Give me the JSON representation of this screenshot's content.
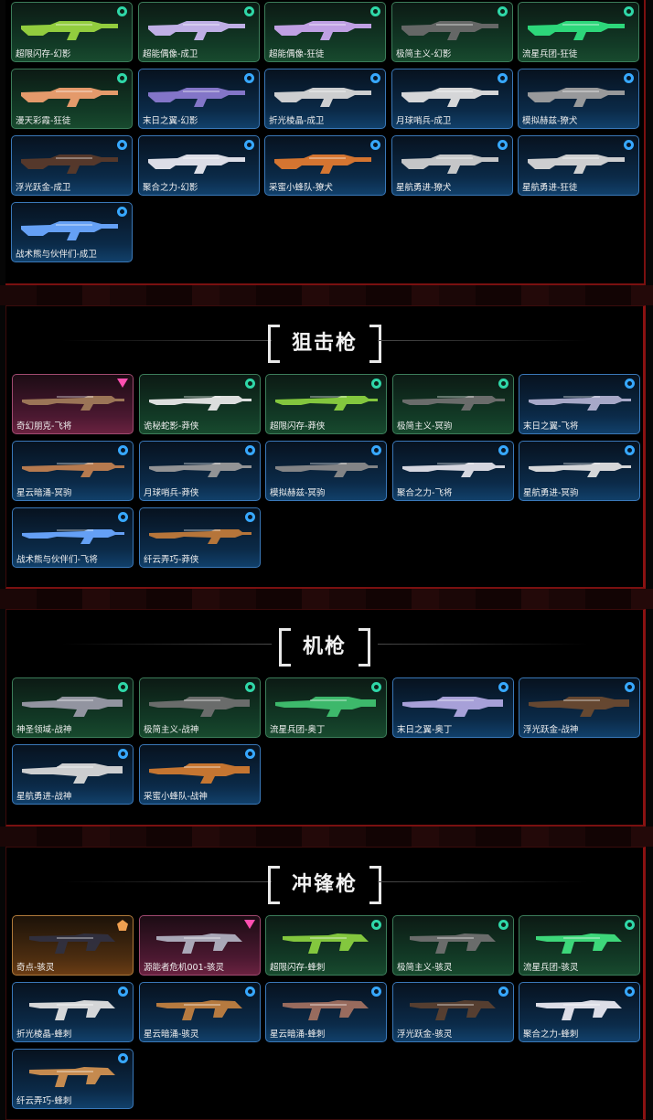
{
  "colors": {
    "green": "#2fd7a8",
    "blue": "#37a8ff",
    "pink": "#ff4fb0",
    "orange": "#f0a050"
  },
  "sections": [
    {
      "title": "",
      "items": [
        {
          "name": "超限闪存-幻影",
          "tier": "green",
          "gun_color": "#9ad640"
        },
        {
          "name": "超能偶像-成卫",
          "tier": "green",
          "gun_color": "#c9b6f0"
        },
        {
          "name": "超能偶像-狂徒",
          "tier": "green",
          "gun_color": "#c9a6ee"
        },
        {
          "name": "极简主义-幻影",
          "tier": "green",
          "gun_color": "#6a6a6a"
        },
        {
          "name": "流星兵团-狂徒",
          "tier": "green",
          "gun_color": "#2fe080"
        },
        {
          "name": "漫天彩霞-狂徒",
          "tier": "green",
          "gun_color": "#f0a070"
        },
        {
          "name": "末日之翼-幻影",
          "tier": "blue",
          "gun_color": "#8a7ad0"
        },
        {
          "name": "折光棱晶-成卫",
          "tier": "blue",
          "gun_color": "#d8d8d8"
        },
        {
          "name": "月球哨兵-成卫",
          "tier": "blue",
          "gun_color": "#e0e0e0"
        },
        {
          "name": "模拟赫兹-獠犬",
          "tier": "blue",
          "gun_color": "#a0a0a0"
        },
        {
          "name": "浮光跃金-成卫",
          "tier": "blue",
          "gun_color": "#5a3a2a"
        },
        {
          "name": "聚合之力-幻影",
          "tier": "blue",
          "gun_color": "#e8e8f0"
        },
        {
          "name": "采蜜小蜂队-獠犬",
          "tier": "blue",
          "gun_color": "#e07a30"
        },
        {
          "name": "星航勇进-獠犬",
          "tier": "blue",
          "gun_color": "#d0d0d0"
        },
        {
          "name": "星航勇进-狂徒",
          "tier": "blue",
          "gun_color": "#d8d8d8"
        },
        {
          "name": "战术熊与伙伴们-成卫",
          "tier": "blue",
          "gun_color": "#6aa8ff"
        }
      ]
    },
    {
      "title": "狙击枪",
      "items": [
        {
          "name": "奇幻朋克-飞将",
          "tier": "pink",
          "gun_color": "#a07a5a"
        },
        {
          "name": "诡秘蛇影-莽侠",
          "tier": "green",
          "gun_color": "#e8e8e8"
        },
        {
          "name": "超限闪存-莽侠",
          "tier": "green",
          "gun_color": "#8ad040"
        },
        {
          "name": "极简主义-冥驹",
          "tier": "green",
          "gun_color": "#707070"
        },
        {
          "name": "末日之翼-飞将",
          "tier": "blue",
          "gun_color": "#b0b0d0"
        },
        {
          "name": "星云暗涌-冥驹",
          "tier": "blue",
          "gun_color": "#c08050"
        },
        {
          "name": "月球哨兵-莽侠",
          "tier": "blue",
          "gun_color": "#9a9a9a"
        },
        {
          "name": "模拟赫兹-冥驹",
          "tier": "blue",
          "gun_color": "#8a8a8a"
        },
        {
          "name": "聚合之力-飞将",
          "tier": "blue",
          "gun_color": "#e0e0e8"
        },
        {
          "name": "星航勇进-冥驹",
          "tier": "blue",
          "gun_color": "#e0e0e0"
        },
        {
          "name": "战术熊与伙伴们-飞将",
          "tier": "blue",
          "gun_color": "#6aa8ff"
        },
        {
          "name": "纤云弄巧-莽侠",
          "tier": "blue",
          "gun_color": "#c07a3a"
        }
      ]
    },
    {
      "title": "机枪",
      "items": [
        {
          "name": "神圣领域-战神",
          "tier": "green",
          "gun_color": "#9a9aa8"
        },
        {
          "name": "极简主义-战神",
          "tier": "green",
          "gun_color": "#707070"
        },
        {
          "name": "流星兵团-奥丁",
          "tier": "green",
          "gun_color": "#40c070"
        },
        {
          "name": "末日之翼-奥丁",
          "tier": "blue",
          "gun_color": "#b0a8e0"
        },
        {
          "name": "浮光跃金-战神",
          "tier": "blue",
          "gun_color": "#6a4a30"
        },
        {
          "name": "星航勇进-战神",
          "tier": "blue",
          "gun_color": "#d8d8d8"
        },
        {
          "name": "采蜜小蜂队-战神",
          "tier": "blue",
          "gun_color": "#d07a30"
        }
      ]
    },
    {
      "title": "冲锋枪",
      "items": [
        {
          "name": "奇点-骇灵",
          "tier": "orange",
          "gun_color": "#303040"
        },
        {
          "name": "源能者危机001-骇灵",
          "tier": "pink",
          "gun_color": "#b0b0c0"
        },
        {
          "name": "超限闪存-蜂刺",
          "tier": "green",
          "gun_color": "#8ad040"
        },
        {
          "name": "极简主义-骇灵",
          "tier": "green",
          "gun_color": "#707070"
        },
        {
          "name": "流星兵团-骇灵",
          "tier": "green",
          "gun_color": "#40e080"
        },
        {
          "name": "折光棱晶-蜂刺",
          "tier": "blue",
          "gun_color": "#e0e0e0"
        },
        {
          "name": "星云暗涌-骇灵",
          "tier": "blue",
          "gun_color": "#c08040"
        },
        {
          "name": "星云暗涌-蜂刺",
          "tier": "blue",
          "gun_color": "#a07060"
        },
        {
          "name": "浮光跃金-骇灵",
          "tier": "blue",
          "gun_color": "#5a4030"
        },
        {
          "name": "聚合之力-蜂刺",
          "tier": "blue",
          "gun_color": "#e8e8f0"
        },
        {
          "name": "纤云弄巧-蜂刺",
          "tier": "blue",
          "gun_color": "#d09050"
        }
      ]
    }
  ]
}
